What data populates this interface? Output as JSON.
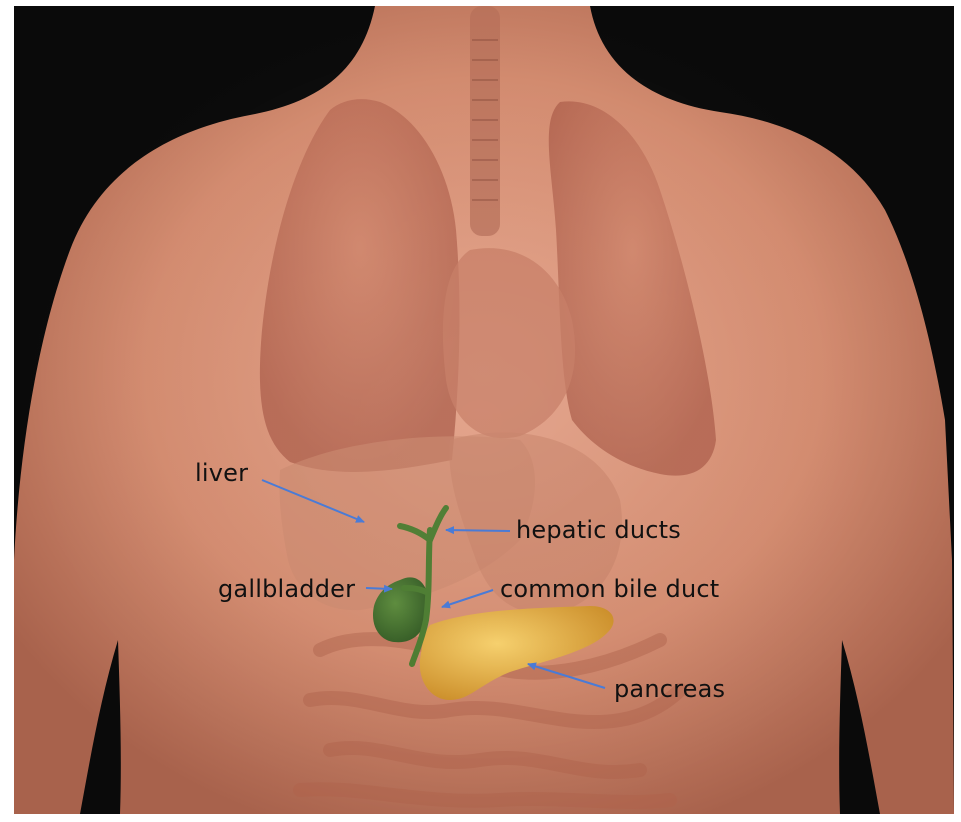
{
  "labels": {
    "liver": "liver",
    "hepatic_ducts": "hepatic ducts",
    "gallbladder": "gallbladder",
    "common_bile_duct": "common bile duct",
    "pancreas": "pancreas"
  },
  "colors": {
    "background": "#0a0a0a",
    "skin": "#d99478",
    "lung": "#c77a63",
    "gallbladder": "#3d6a28",
    "pancreas": "#e0a63a",
    "arrow": "#4a7bd6",
    "label_text": "#111111"
  },
  "icons": {
    "arrow": "arrow-icon"
  }
}
